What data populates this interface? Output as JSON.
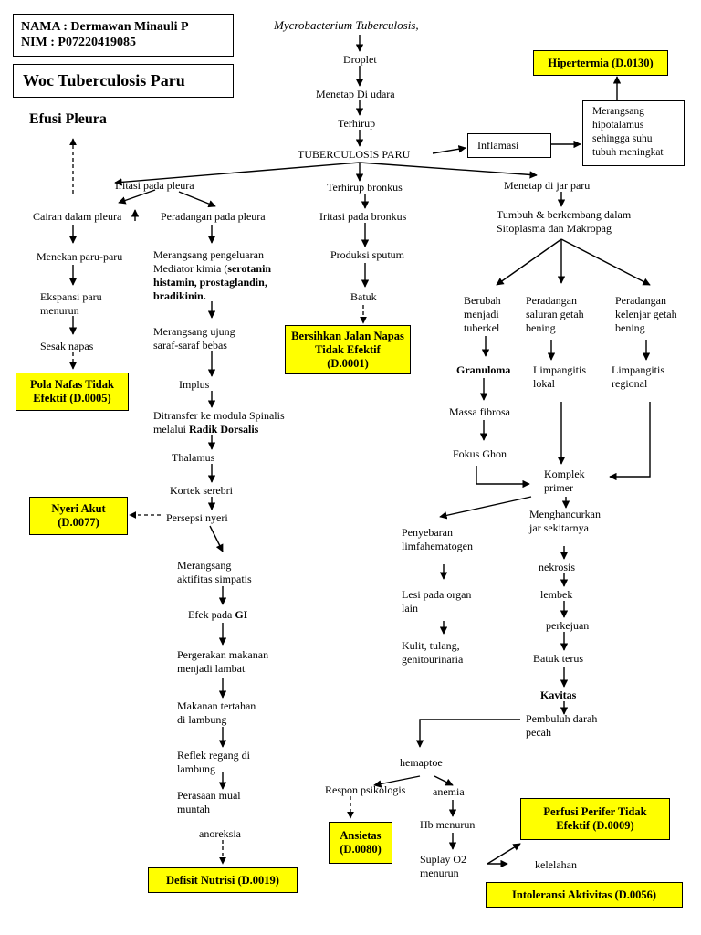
{
  "header": {
    "nama": "NAMA : Dermawan Minauli P",
    "nim": "NIM : P07220419085",
    "title": "Woc Tuberculosis Paru"
  },
  "top": {
    "cause": "Mycrobacterium Tuberculosis,",
    "droplet": "Droplet",
    "menetap_udara": "Menetap Di udara",
    "terhirup": "Terhirup",
    "tb_paru": "TUBERCULOSIS PARU",
    "inflamasi": "Inflamasi",
    "hipotalamus": "Merangsang\nhipotalamus\nsehingga suhu\ntubuh meningkat",
    "hipertermia": "Hipertermia (D.0130)"
  },
  "left": {
    "iritasi_pleura": "Iritasi pada pleura",
    "efusi": "Efusi Pleura",
    "cairan": "Cairan dalam pleura",
    "menekan": "Menekan paru-paru",
    "ekspansi": "Ekspansi paru\nmenurun",
    "sesak": "Sesak napas",
    "pola_nafas": "Pola Nafas Tidak\nEfektif (D.0005)",
    "nyeri": "Nyeri Akut\n(D.0077)"
  },
  "pleura": {
    "peradangan": "Peradangan pada pleura",
    "mediator_1": "Merangsang pengeluaran",
    "mediator_2": "Mediator kimia (",
    "mediator_bold_1": "serotanin",
    "mediator_bold_2": "histamin, prostaglandin,\nbradikinin.",
    "ujung_saraf": "Merangsang ujung\nsaraf-saraf bebas",
    "implus": "Implus",
    "ditransfer_1": "Ditransfer ke modula Spinalis",
    "ditransfer_2": "melalui ",
    "radik": "Radik Dorsalis",
    "thalamus": "Thalamus",
    "kortek": "Kortek serebri",
    "persepsi": "Persepsi nyeri",
    "simpatis": "Merangsang\naktifitas simpatis",
    "efek_gi": "Efek pada ",
    "gi": "GI",
    "pergerakan": "Pergerakan makanan\nmenjadi lambat",
    "tertahan": "Makanan tertahan\ndi lambung",
    "reflek": "Reflek regang di\nlambung",
    "mual": "Perasaan mual\nmuntah",
    "anoreksia": "anoreksia",
    "defisit": "Defisit Nutrisi (D.0019)"
  },
  "bronkus": {
    "terhirup_bronkus": "Terhirup bronkus",
    "iritasi_bronkus": "Iritasi pada bronkus",
    "sputum": "Produksi sputum",
    "batuk": "Batuk",
    "bersihkan": "Bersihkan Jalan Napas\nTidak Efektif\n(D.0001)"
  },
  "right": {
    "menetap_jar": "Menetap di jar paru",
    "tumbuh": "Tumbuh & berkembang dalam\nSitoplasma dan Makropag",
    "tuberkel": "Berubah\nmenjadi\ntuberkel",
    "saluran": "Peradangan\nsaluran getah\nbening",
    "kelenjar": "Peradangan\nkelenjar getah\nbening",
    "granuloma": "Granuloma",
    "limp_lokal": "Limpangitis\nlokal",
    "limp_regional": "Limpangitis\nregional",
    "fibrosa": "Massa fibrosa",
    "ghon": "Fokus Ghon",
    "komplek": "Komplek\nprimer",
    "penyebaran": "Penyebaran\nlimfahematogen",
    "menghancurkan": "Menghancurkan\njar sekitarnya",
    "lesi": "Lesi pada organ\nlain",
    "kulit": "Kulit, tulang,\ngenitourinaria",
    "nekrosis": "nekrosis",
    "lembek": "lembek",
    "perkejuan": "perkejuan",
    "batuk_terus": "Batuk terus",
    "kavitas": "Kavitas",
    "pembuluh": "Pembuluh darah\npecah",
    "hemaptoe": "hemaptoe",
    "respon": "Respon psikologis",
    "anemia": "anemia",
    "hb": "Hb menurun",
    "suplay": "Suplay O2\nmenurun",
    "kelelahan": "kelelahan",
    "ansietas": "Ansietas\n(D.0080)",
    "perfusi": "Perfusi Perifer Tidak\nEfektif (D.0009)",
    "intoleransi": "Intoleransi Aktivitas (D.0056)"
  },
  "colors": {
    "diagnosis_fill": "#ffff00",
    "line": "#000000"
  }
}
